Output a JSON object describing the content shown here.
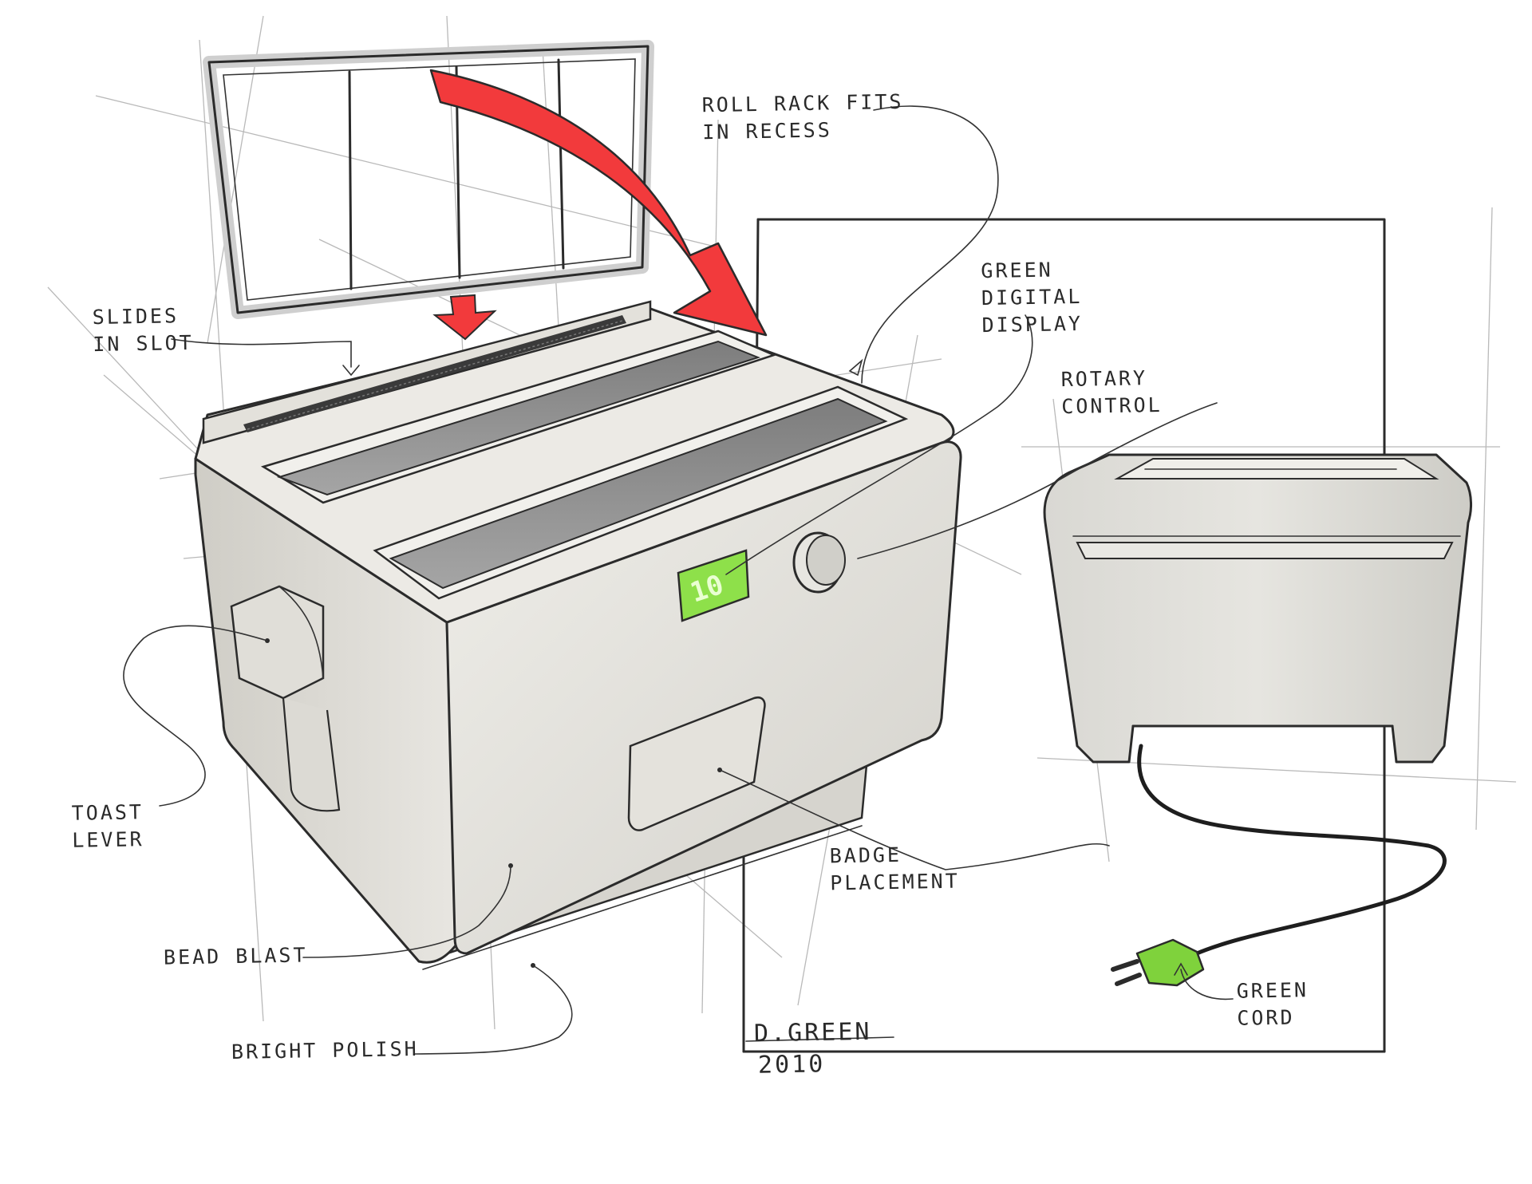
{
  "labels": {
    "roll_rack": "ROLL RACK FITS\nIN RECESS",
    "slides_in_slot": "SLIDES\nIN SLOT",
    "green_display": "GREEN\nDIGITAL\nDISPLAY",
    "rotary_control": "ROTARY\nCONTROL",
    "toast_lever": "TOAST\nLEVER",
    "badge_placement": "BADGE\nPLACEMENT",
    "bead_blast": "BEAD BLAST",
    "bright_polish": "BRIGHT POLISH",
    "green_cord": "GREEN\nCORD"
  },
  "signature": {
    "name": "D.GREEN",
    "year": "2010"
  },
  "display_reading": "10",
  "colors": {
    "arrow_red": "#f23a3c",
    "display_green": "#8ee04a",
    "plug_green": "#7fd23c",
    "body_grey": "#dedcd6",
    "slot_grey": "#8c8c8c",
    "ink": "#2b2b2b"
  }
}
